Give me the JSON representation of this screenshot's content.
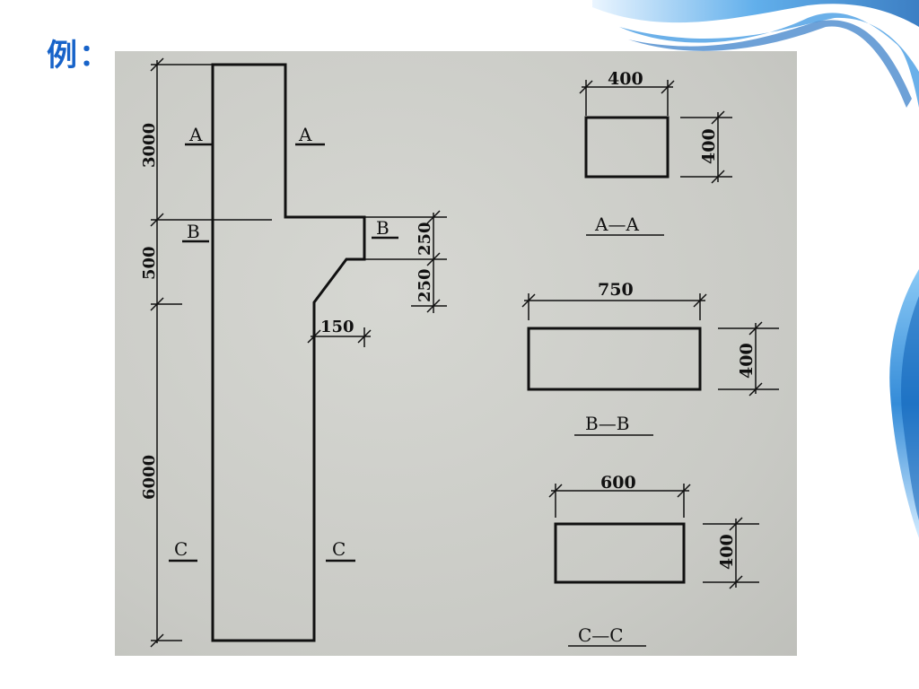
{
  "slide": {
    "title": "例："
  },
  "drawing": {
    "column": {
      "section_marks": {
        "a_left": "A",
        "a_right": "A",
        "b_left": "B",
        "b_right": "B",
        "c_left": "C",
        "c_right": "C"
      },
      "dims": {
        "h_upper": "3000",
        "h_mid": "500",
        "h_lower": "6000",
        "corbel_top": "250",
        "corbel_bottom": "250",
        "corbel_offset": "150"
      }
    },
    "sections": [
      {
        "name": "A—A",
        "width": "400",
        "height": "400"
      },
      {
        "name": "B—B",
        "width": "750",
        "height": "400"
      },
      {
        "name": "C—C",
        "width": "600",
        "height": "400"
      }
    ]
  },
  "colors": {
    "title": "#1763c9",
    "paper": "#cfd0cc",
    "ink": "#111111",
    "swoosh": "#2a8ee0"
  }
}
